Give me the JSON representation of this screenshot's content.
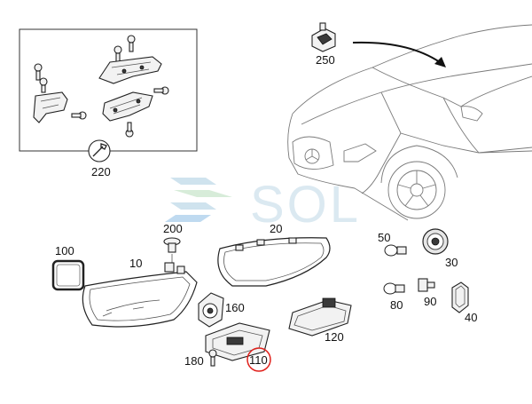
{
  "diagram": {
    "labels": {
      "p250": "250",
      "p220": "220",
      "p200": "200",
      "p20": "20",
      "p100": "100",
      "p10": "10",
      "p160": "160",
      "p110": "110",
      "p180": "180",
      "p120": "120",
      "p50": "50",
      "p30": "30",
      "p80": "80",
      "p90": "90",
      "p40": "40"
    },
    "highlighted_part": "110",
    "highlight_color": "#e0201b",
    "watermark": "SOL",
    "watermark_color": "#dbe9f1"
  }
}
